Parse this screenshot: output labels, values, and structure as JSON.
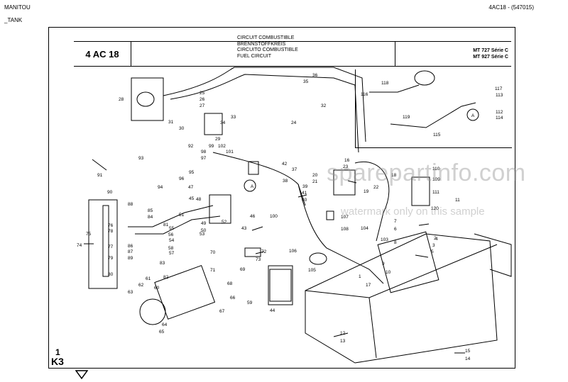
{
  "header": {
    "brand": "MANITOU",
    "section": "_TANK",
    "doc_ref": "4AC18 - (547015)"
  },
  "title_block": {
    "plate_code": "4 AC 18",
    "title_fr": "CIRCUIT COMBUSTIBLE",
    "title_de": "BRENNSTOFFKREIS",
    "title_it": "CIRCUITO COMBUSTIBLE",
    "title_en": "FUEL CIRCUIT",
    "model_1": "MT 727 Série C",
    "model_2": "MT 927 Série C"
  },
  "footer": {
    "page_number": "1",
    "sheet_ref": "K3"
  },
  "watermark": {
    "main": "sparepartinfo.com",
    "sub": "watermark only on this sample"
  },
  "callouts": [
    "1",
    "2",
    "3",
    "4",
    "5",
    "6",
    "7",
    "8",
    "9",
    "10",
    "11",
    "12",
    "13",
    "14",
    "15",
    "16",
    "17",
    "18",
    "19",
    "20",
    "21",
    "22",
    "23",
    "24",
    "25",
    "26",
    "27",
    "28",
    "29",
    "30",
    "31",
    "32",
    "33",
    "34",
    "35",
    "36",
    "37",
    "38",
    "39",
    "40",
    "41",
    "42",
    "43",
    "44",
    "45",
    "46",
    "47",
    "48",
    "49",
    "50",
    "51",
    "52",
    "53",
    "54",
    "55",
    "56",
    "57",
    "58",
    "59",
    "60",
    "61",
    "62",
    "63",
    "64",
    "65",
    "66",
    "67",
    "68",
    "69",
    "70",
    "71",
    "72",
    "73",
    "74",
    "75",
    "76",
    "77",
    "78",
    "79",
    "80",
    "81",
    "82",
    "83",
    "84",
    "85",
    "86",
    "87",
    "88",
    "89",
    "90",
    "91",
    "92",
    "93",
    "94",
    "95",
    "96",
    "97",
    "98",
    "99",
    "100",
    "101",
    "102",
    "103",
    "104",
    "105",
    "106",
    "107",
    "108",
    "109",
    "110",
    "111",
    "112",
    "113",
    "114",
    "115",
    "116",
    "117",
    "118",
    "119",
    "120",
    "A"
  ]
}
